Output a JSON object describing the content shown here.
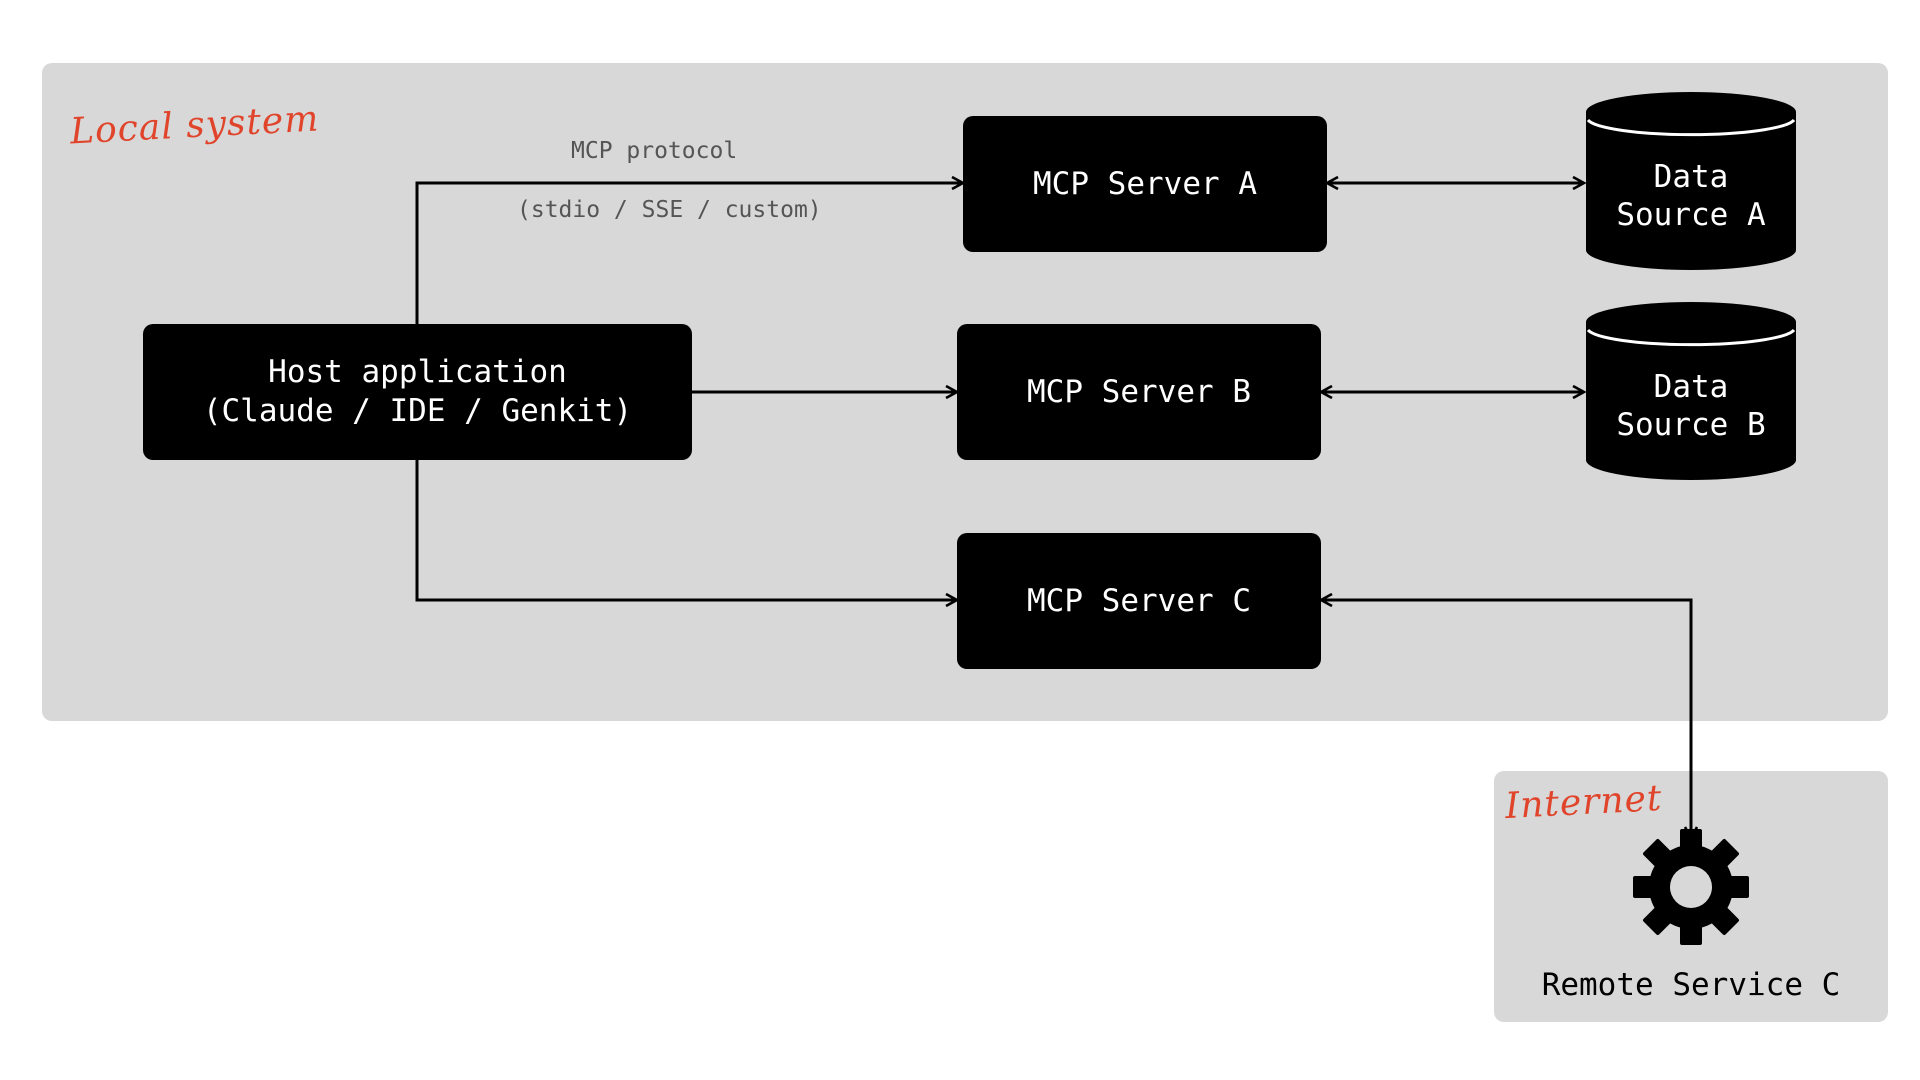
{
  "regions": {
    "local": {
      "label": "Local system"
    },
    "internet": {
      "label": "Internet"
    }
  },
  "nodes": {
    "host": {
      "label": "Host application\n(Claude / IDE / Genkit)"
    },
    "server_a": {
      "label": "MCP Server A"
    },
    "server_b": {
      "label": "MCP Server B"
    },
    "server_c": {
      "label": "MCP Server C"
    },
    "data_source_a": {
      "label": "Data\nSource A"
    },
    "data_source_b": {
      "label": "Data\nSource B"
    },
    "remote_service_c": {
      "label": "Remote Service C",
      "icon": "gear-icon"
    }
  },
  "edges": {
    "protocol_label": "MCP protocol",
    "transport_label": "(stdio / SSE / custom)"
  },
  "colors": {
    "region_bg": "#d8d8d8",
    "node_bg": "#000000",
    "node_text": "#ffffff",
    "region_label": "#e0442b"
  }
}
